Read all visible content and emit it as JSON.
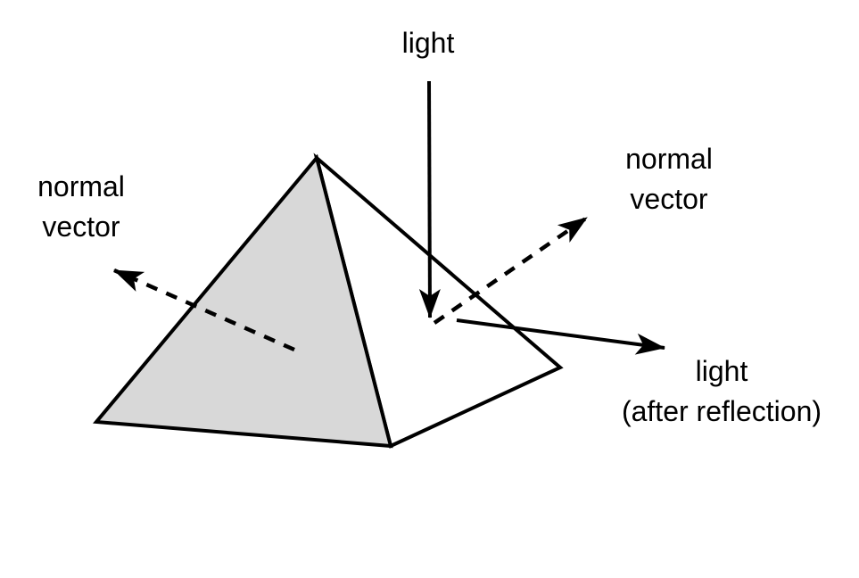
{
  "diagram": {
    "title_hint": "light reflection off pyramid surface",
    "colors": {
      "background": "#ffffff",
      "line": "#000000",
      "text": "#000000",
      "shaded_face": "#d8d8d8"
    },
    "labels": {
      "incident_light": "light",
      "normal_left": {
        "line1": "normal",
        "line2": "vector"
      },
      "normal_right": {
        "line1": "normal",
        "line2": "vector"
      },
      "reflected_light": {
        "line1": "light",
        "line2": "(after reflection)"
      }
    }
  }
}
